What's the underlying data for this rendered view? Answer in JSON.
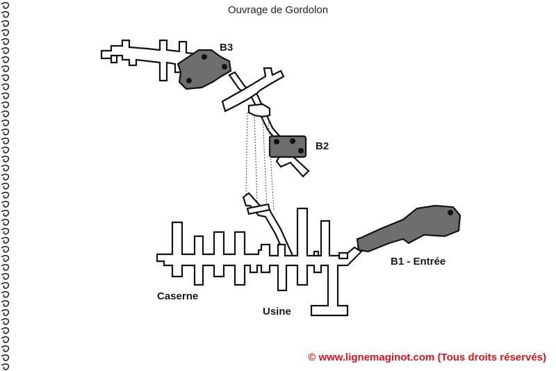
{
  "title": "Ouvrage de Gordolon",
  "labels": {
    "b3": "B3",
    "b2": "B2",
    "b1": "B1 - Entrée",
    "caserne": "Caserne",
    "usine": "Usine"
  },
  "copyright": "© www.lignemaginot.com (Tous droits réservés)",
  "colors": {
    "block_fill": "#6e6e6e",
    "outline": "#111111",
    "copyright": "#d8141c"
  }
}
